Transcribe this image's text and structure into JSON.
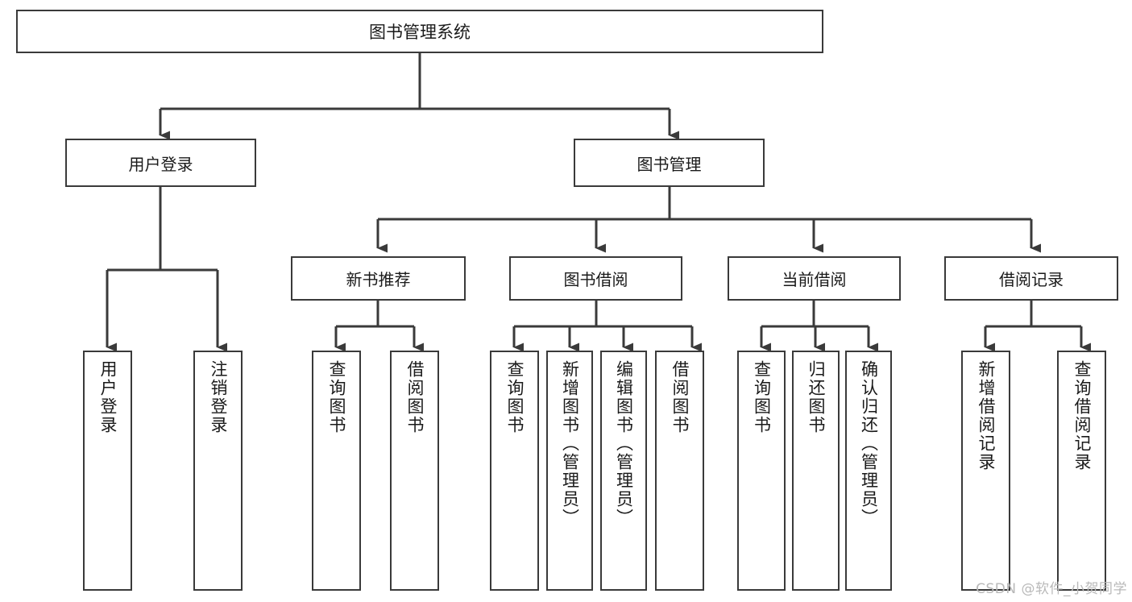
{
  "diagram": {
    "title": "图书管理系统",
    "watermark": "CSDN @软件_小贺同学",
    "type": "tree",
    "orientation": "top-down",
    "root": {
      "id": "root",
      "label": "图书管理系统",
      "level": 1
    },
    "level2": [
      {
        "id": "user-login",
        "label": "用户登录",
        "level": 2
      },
      {
        "id": "book-management",
        "label": "图书管理",
        "level": 2
      }
    ],
    "level3": [
      {
        "id": "new-book-recommend",
        "label": "新书推荐",
        "level": 3,
        "parent": "book-management"
      },
      {
        "id": "book-borrow",
        "label": "图书借阅",
        "level": 3,
        "parent": "book-management"
      },
      {
        "id": "current-borrow",
        "label": "当前借阅",
        "level": 3,
        "parent": "book-management"
      },
      {
        "id": "borrow-record",
        "label": "借阅记录",
        "level": 3,
        "parent": "book-management"
      }
    ],
    "leaves": [
      {
        "id": "leaf-user-login",
        "label": "用户登录",
        "parent": "user-login"
      },
      {
        "id": "leaf-logout-login",
        "label": "注销登录",
        "parent": "user-login"
      },
      {
        "id": "leaf-query-book-1",
        "label": "查询图书",
        "parent": "new-book-recommend"
      },
      {
        "id": "leaf-borrow-book-1",
        "label": "借阅图书",
        "parent": "new-book-recommend"
      },
      {
        "id": "leaf-query-book-2",
        "label": "查询图书",
        "parent": "book-borrow"
      },
      {
        "id": "leaf-add-book",
        "label": "新增图书（管理员）",
        "parent": "book-borrow"
      },
      {
        "id": "leaf-edit-book",
        "label": "编辑图书（管理员）",
        "parent": "book-borrow"
      },
      {
        "id": "leaf-borrow-book-2",
        "label": "借阅图书",
        "parent": "book-borrow"
      },
      {
        "id": "leaf-query-book-3",
        "label": "查询图书",
        "parent": "current-borrow"
      },
      {
        "id": "leaf-return-book",
        "label": "归还图书",
        "parent": "current-borrow"
      },
      {
        "id": "leaf-confirm-return",
        "label": "确认归还（管理员）",
        "parent": "current-borrow"
      },
      {
        "id": "leaf-add-record",
        "label": "新增借阅记录",
        "parent": "borrow-record"
      },
      {
        "id": "leaf-query-record",
        "label": "查询借阅记录",
        "parent": "borrow-record"
      }
    ],
    "colors": {
      "box_border": "#3a3a3a",
      "box_fill": "#ffffff",
      "connector": "#3a3a3a",
      "text": "#1a1a1a",
      "watermark": "#b9b9b9",
      "background": "#ffffff"
    }
  }
}
